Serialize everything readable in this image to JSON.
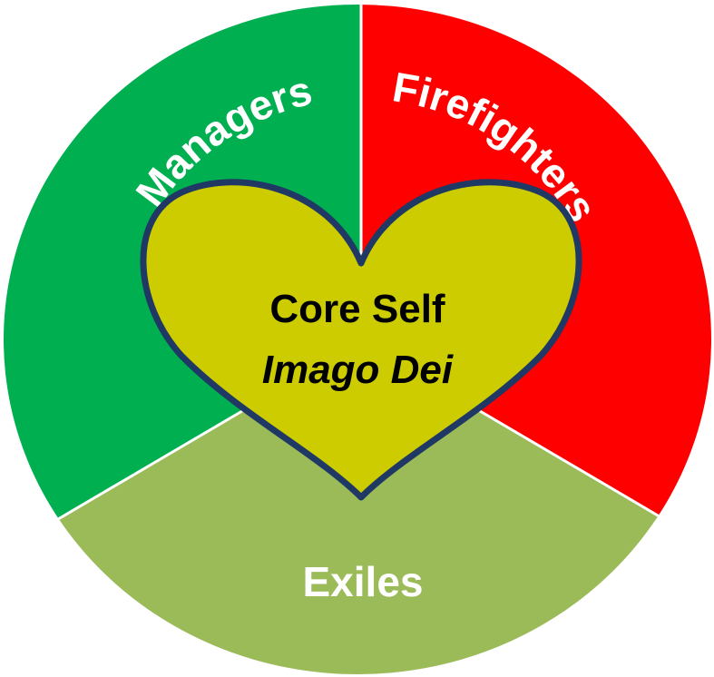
{
  "diagram": {
    "segments": [
      {
        "label": "Managers",
        "color": "#00b050"
      },
      {
        "label": "Firefighters",
        "color": "#ff0000"
      },
      {
        "label": "Exiles",
        "color": "#9bbb59"
      }
    ],
    "center": {
      "title": "Core Self",
      "subtitle": "Imago Dei",
      "fill": "#cccc00",
      "stroke": "#1f3864"
    }
  }
}
